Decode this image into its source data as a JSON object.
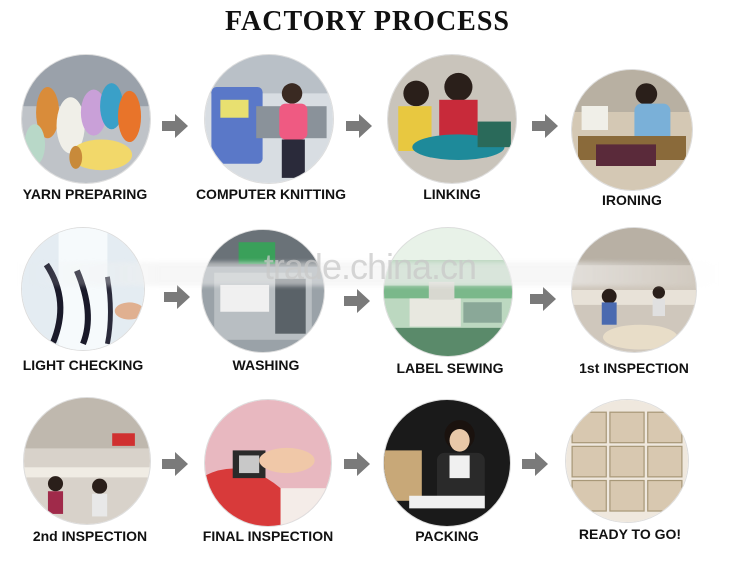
{
  "title": "FACTORY PROCESS",
  "watermark": "trade.china.cn",
  "steps": [
    {
      "label": "YARN PREPARING"
    },
    {
      "label": "COMPUTER KNITTING"
    },
    {
      "label": "LINKING"
    },
    {
      "label": "IRONING"
    },
    {
      "label": "LIGHT CHECKING"
    },
    {
      "label": "WASHING"
    },
    {
      "label": "LABEL SEWING"
    },
    {
      "label": "1st INSPECTION"
    },
    {
      "label": "2nd INSPECTION"
    },
    {
      "label": "FINAL INSPECTION"
    },
    {
      "label": "PACKING"
    },
    {
      "label": "READY TO GO!"
    }
  ],
  "colors": {
    "arrow": "#7a7a7a",
    "text": "#111111"
  }
}
